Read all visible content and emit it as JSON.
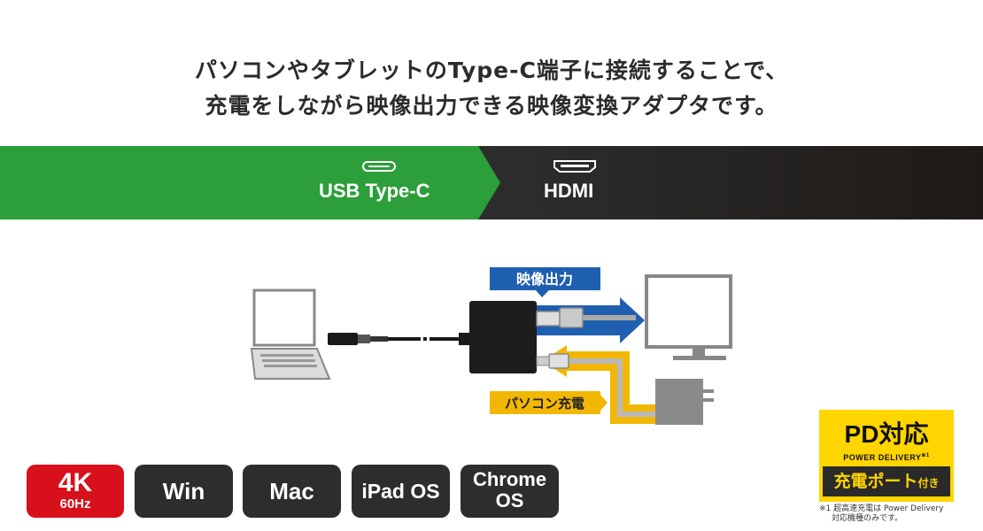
{
  "headline": {
    "line1": "パソコンやタブレットのType-C端子に接続することで、",
    "line2": "充電をしながら映像出力できる映像変換アダプタです。"
  },
  "banner": {
    "left_label": "USB Type-C",
    "right_label": "HDMI",
    "left_icon": "usb-c-port-icon",
    "right_icon": "hdmi-port-icon",
    "colors": {
      "green": "#2c9e3a",
      "dark": "#2a2a2a"
    }
  },
  "diagram": {
    "video_out_label": "映像出力",
    "pc_charge_label": "パソコン充電",
    "colors": {
      "blue": "#1f5fb0",
      "yellow": "#f2b705"
    }
  },
  "badges": [
    {
      "line1": "4K",
      "line2": "60Hz",
      "color": "#d7101b"
    },
    {
      "label": "Win",
      "color": "#2d2d2d"
    },
    {
      "label": "Mac",
      "color": "#2d2d2d"
    },
    {
      "label": "iPad OS",
      "color": "#2d2d2d"
    },
    {
      "line1": "Chrome",
      "line2": "OS",
      "color": "#2d2d2d"
    }
  ],
  "pd": {
    "title": "PD対応",
    "subtitle": "POWER DELIVERY",
    "note_mark": "※1",
    "port_label_main": "充電ポート",
    "port_label_small": "付き",
    "footnote_line1": "※1 超高速充電は Power Delivery",
    "footnote_line2": "対応機種のみです。"
  }
}
